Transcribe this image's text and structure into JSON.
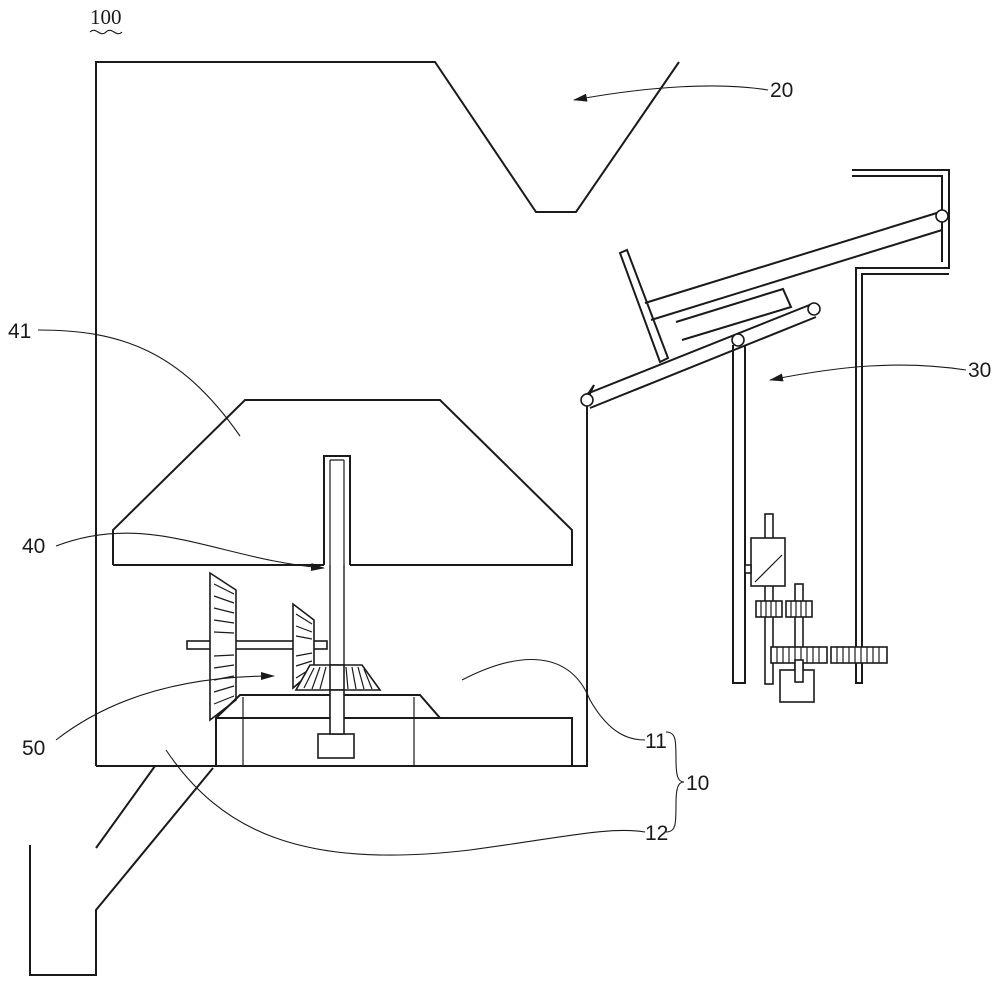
{
  "labels": {
    "l100": "100",
    "l20": "20",
    "l30": "30",
    "l41": "41",
    "l40": "40",
    "l50": "50",
    "l11": "11",
    "l10": "10",
    "l12": "12"
  }
}
